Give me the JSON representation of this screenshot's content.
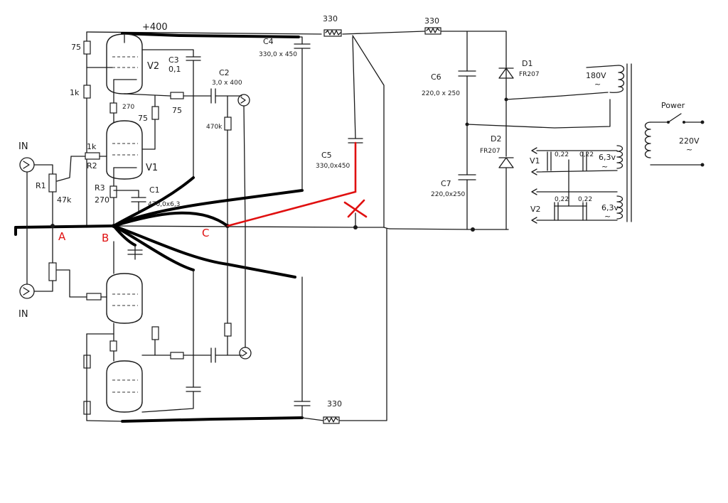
{
  "labels": {
    "supply_400": "+400",
    "r_75_top": "75",
    "v2": "V2",
    "c3": "C3",
    "c3_val": "0,1",
    "r_1k_v2": "1k",
    "r_270_top": "270",
    "r_75_mid": "75",
    "r_75_grid": "75",
    "c2": "C2",
    "c2_val": "3,0 x 400",
    "r_470k": "470k",
    "c4": "C4",
    "c4_val": "330,0 x 450",
    "r_330_a": "330",
    "r_330_b": "330",
    "r_330_c": "330",
    "c5": "C5",
    "c5_val": "330,0x450",
    "c6": "C6",
    "c6_val": "220,0 x 250",
    "c7": "C7",
    "c7_val": "220,0x250",
    "d1": "D1",
    "d1_val": "FR207",
    "d2": "D2",
    "d2_val": "FR207",
    "sec_180v": "180V",
    "power": "Power",
    "mains_220v": "220V",
    "heater_v1": "V1",
    "heater_v2": "V2",
    "cap_022_a": "0,22",
    "cap_022_b": "0,22",
    "cap_022_c": "0,22",
    "cap_022_d": "0,22",
    "heater_63_a": "6,3v",
    "heater_63_b": "6,3v",
    "in_top": "IN",
    "in_bottom": "IN",
    "r1": "R1",
    "r1_val": "47k",
    "r2": "R2",
    "r2_val": "1k",
    "v1": "V1",
    "r3": "R3",
    "r3_val": "270",
    "c1": "C1",
    "c1_val": "470,0x6,3",
    "point_a": "A",
    "point_b": "B",
    "point_c": "C",
    "tilde": "~"
  },
  "colors": {
    "wire": "#1a1a1a",
    "ground_bus": "#000000",
    "correction": "#e01010"
  }
}
